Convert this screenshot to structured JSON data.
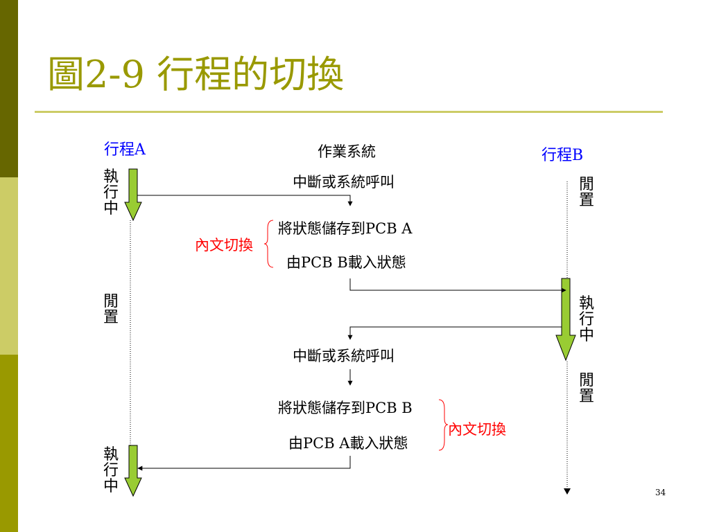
{
  "slide": {
    "title": "圖2-9 行程的切換",
    "page_number": "34",
    "colors": {
      "title": "#999900",
      "sidebar": [
        "#666600",
        "#cccc66",
        "#999900"
      ],
      "rule": "#cccc66",
      "process_label": "#0000ff",
      "context_switch": "#ff0000",
      "arrow_fill": "#99cc33",
      "arrow_stroke": "#000000"
    }
  },
  "diagram": {
    "process_a": {
      "label": "行程A",
      "state_running_1": "執行中",
      "state_idle": "閒置",
      "state_running_2": "執行中"
    },
    "os": {
      "label": "作業系統",
      "interrupt_1": "中斷或系統呼叫",
      "save_a": "將狀態儲存到PCB A",
      "load_b": "由PCB B載入狀態",
      "interrupt_2": "中斷或系統呼叫",
      "save_b": "將狀態儲存到PCB B",
      "load_a": "由PCB A載入狀態"
    },
    "process_b": {
      "label": "行程B",
      "state_idle_1": "閒置",
      "state_running": "執行中",
      "state_idle_2": "閒置"
    },
    "context_switch_1": "內文切換",
    "context_switch_2": "內文切換"
  }
}
